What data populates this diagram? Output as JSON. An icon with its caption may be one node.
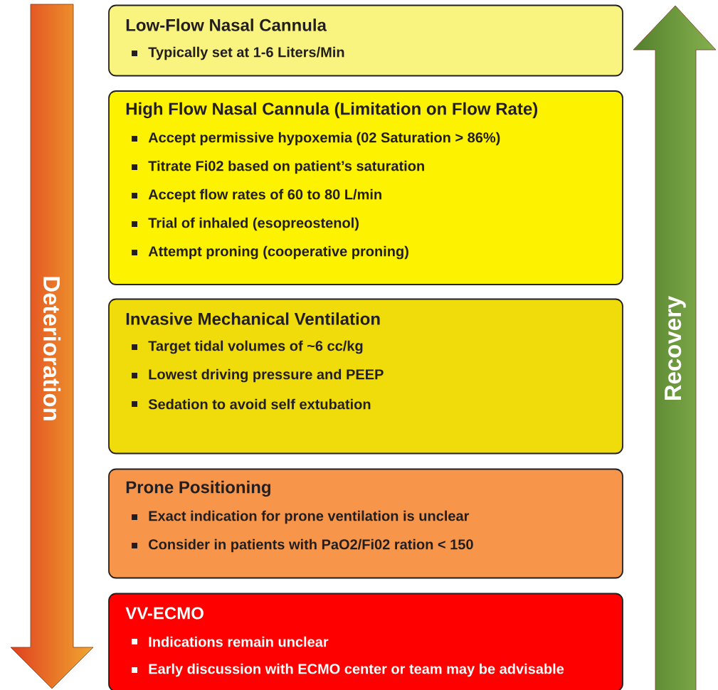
{
  "diagram": {
    "nodes": [
      {
        "text": [
          "Deterioration"
        ]
      },
      {
        "text": [
          "Low-Flow Nasal Cannula",
          "Typically set at 1-6 Liters/Min"
        ]
      },
      {
        "text": [
          "High Flow Nasal Cannula (Limitation on Flow Rate)",
          "Accept permissive hypoxemia (02 Saturation > 86%)",
          "Titrate Fi02 based on patient’s saturation",
          "Accept flow rates of 60 to 80 L/min",
          "Trial of inhaled (esopreostenol)",
          "Attempt proning (cooperative proning)"
        ]
      },
      {
        "text": [
          "Invasive Mechanical Ventilation",
          "Target tidal volumes of ~6 cc/kg",
          "Lowest driving pressure and PEEP",
          "Sedation to avoid self extubation"
        ]
      },
      {
        "text": [
          "Prone Positioning",
          "Exact indication for prone ventilation is unclear",
          "Consider in patients with PaO2/Fi02 ration < 150"
        ]
      },
      {
        "text": [
          "VV-ECMO",
          "Indications remain unclear",
          "Early discussion with ECMO center or team may be advisable"
        ]
      },
      {
        "text": [
          "Recovery"
        ]
      }
    ]
  }
}
